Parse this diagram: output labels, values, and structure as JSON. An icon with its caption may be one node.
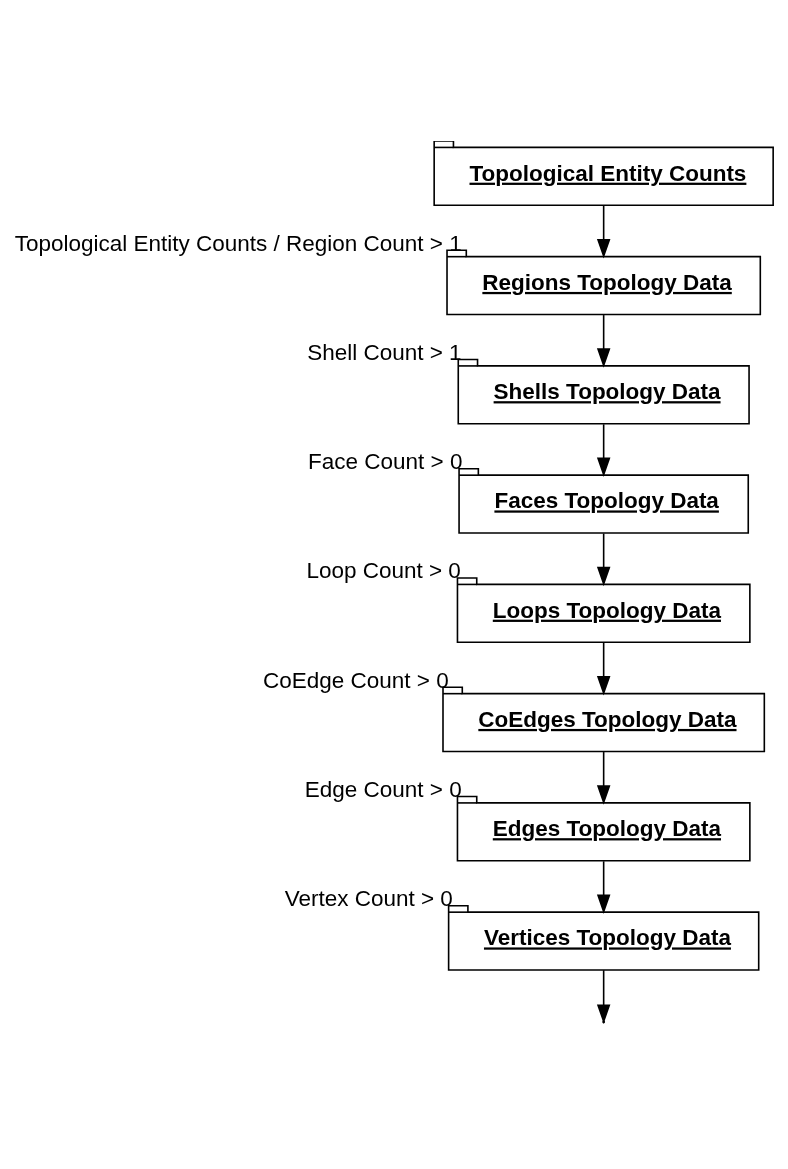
{
  "diagram": {
    "nodes": [
      {
        "text": [
          "Topological Entity Counts"
        ]
      },
      {
        "text": [
          "Regions Topology Data"
        ],
        "beside": [
          "Topological Entity Counts / Region Count > 1"
        ]
      },
      {
        "text": [
          "Shells Topology Data"
        ],
        "beside": [
          "Shell Count > 1"
        ]
      },
      {
        "text": [
          "Faces Topology Data"
        ],
        "beside": [
          "Face Count > 0"
        ]
      },
      {
        "text": [
          "Loops Topology Data"
        ],
        "beside": [
          "Loop Count > 0"
        ]
      },
      {
        "text": [
          "CoEdges Topology Data"
        ],
        "beside": [
          "CoEdge Count > 0"
        ]
      },
      {
        "text": [
          "Edges Topology Data"
        ],
        "beside": [
          "Edge Count > 0"
        ]
      },
      {
        "text": [
          "Vertices Topology Data"
        ],
        "beside": [
          "Vertex Count > 0"
        ]
      }
    ],
    "edges": [
      {
        "from": 0,
        "to": 1,
        "arrow": "to"
      },
      {
        "from": 1,
        "to": 2,
        "arrow": "to"
      },
      {
        "from": 2,
        "to": 3,
        "arrow": "to"
      },
      {
        "from": 3,
        "to": 4,
        "arrow": "to"
      },
      {
        "from": 4,
        "to": 5,
        "arrow": "to"
      },
      {
        "from": 5,
        "to": 6,
        "arrow": "to"
      },
      {
        "from": 6,
        "to": 7,
        "arrow": "to"
      },
      {
        "from": 7,
        "to": null,
        "arrow": "to"
      }
    ]
  }
}
